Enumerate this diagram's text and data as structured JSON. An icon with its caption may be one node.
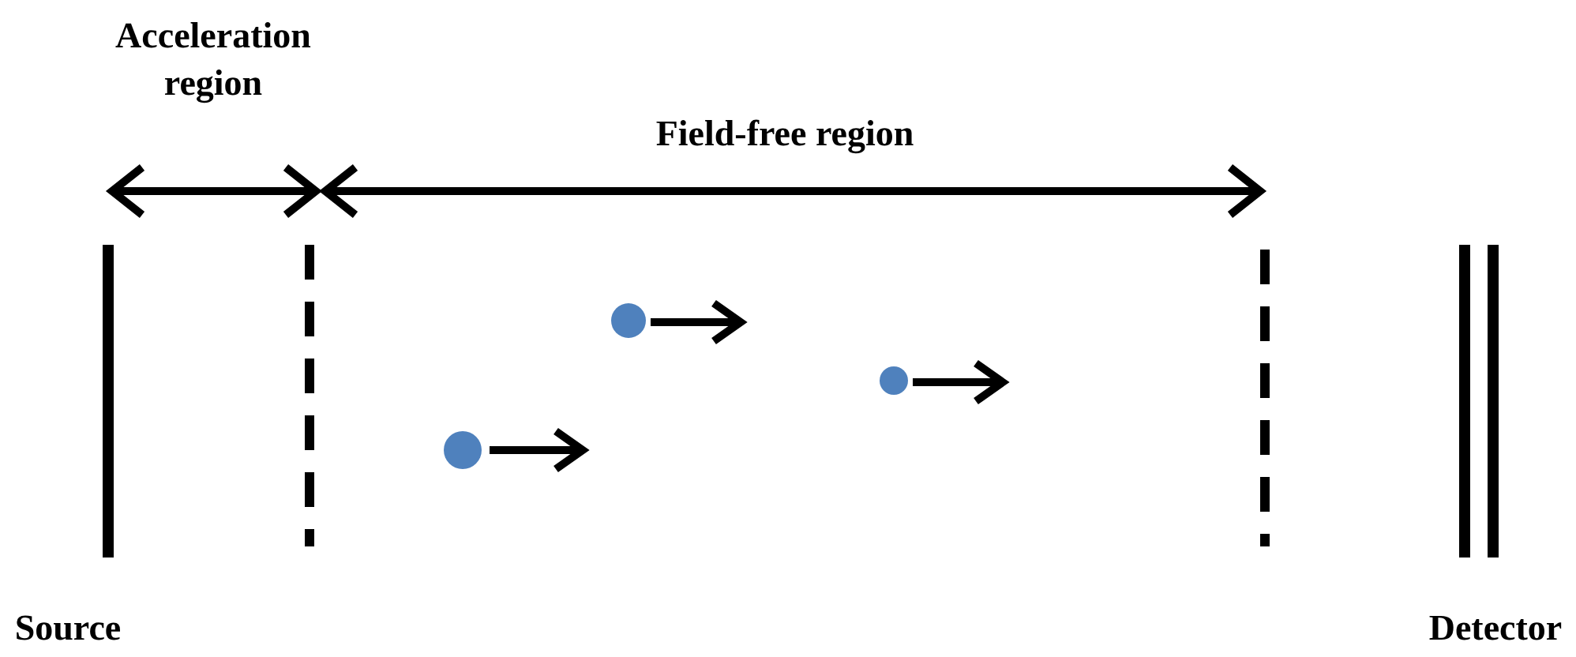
{
  "diagram": {
    "labels": [
      "Acceleration region",
      "Field-free region",
      "Source",
      "Detector"
    ]
  }
}
